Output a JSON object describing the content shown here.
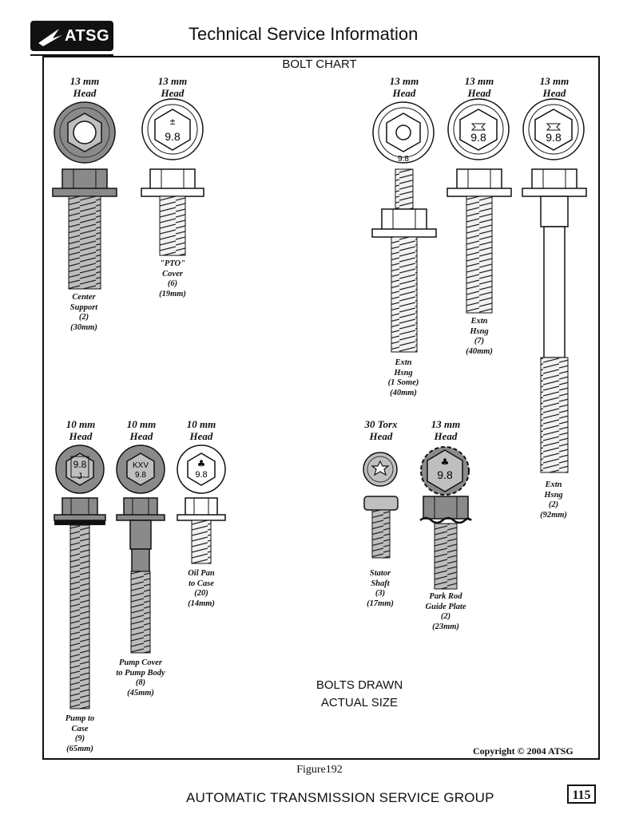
{
  "header": {
    "logo_text": "ATSG",
    "title": "Technical Service Information"
  },
  "chart": {
    "title": "BOLT CHART",
    "note_line1": "BOLTS DRAWN",
    "note_line2": "ACTUAL SIZE",
    "copyright": "Copyright © 2004 ATSG"
  },
  "bolts": [
    {
      "head_size": "13 mm",
      "head_word": "Head",
      "caption": [
        "Center",
        "Support",
        "(2)",
        "(30mm)"
      ]
    },
    {
      "head_size": "13 mm",
      "head_word": "Head",
      "head_marks": [
        "±",
        "9.8"
      ],
      "caption": [
        "\"PTO\"",
        "Cover",
        "(6)",
        "(19mm)"
      ]
    },
    {
      "head_size": "13 mm",
      "head_word": "Head",
      "head_marks": [
        "9.8"
      ],
      "caption": [
        "Extn",
        "Hsng",
        "(1 Some)",
        "(40mm)"
      ]
    },
    {
      "head_size": "13 mm",
      "head_word": "Head",
      "head_marks": [
        "9.8"
      ],
      "caption": [
        "Extn",
        "Hsng",
        "(7)",
        "(40mm)"
      ]
    },
    {
      "head_size": "13 mm",
      "head_word": "Head",
      "head_marks": [
        "9.8"
      ],
      "caption": [
        "Extn",
        "Hsng",
        "(2)",
        "(92mm)"
      ]
    },
    {
      "head_size": "10 mm",
      "head_word": "Head",
      "head_marks": [
        "9.8",
        "J"
      ],
      "caption": [
        "Pump to",
        "Case",
        "(9)",
        "(65mm)"
      ]
    },
    {
      "head_size": "10 mm",
      "head_word": "Head",
      "head_marks": [
        "KXV",
        "9.8"
      ],
      "caption": [
        "Pump Cover",
        "to Pump Body",
        "(8)",
        "(45mm)"
      ]
    },
    {
      "head_size": "10 mm",
      "head_word": "Head",
      "head_marks": [
        "♣",
        "9.8"
      ],
      "caption": [
        "Oil Pan",
        "to Case",
        "(20)",
        "(14mm)"
      ]
    },
    {
      "head_size": "30 Torx",
      "head_word": "Head",
      "caption": [
        "Stator",
        "Shaft",
        "(3)",
        "(17mm)"
      ]
    },
    {
      "head_size": "13 mm",
      "head_word": "Head",
      "head_marks": [
        "♣",
        "9.8"
      ],
      "caption": [
        "Park Rod",
        "Guide Plate",
        "(2)",
        "(23mm)"
      ]
    }
  ],
  "footer": {
    "figure": "Figure192",
    "company": "AUTOMATIC TRANSMISSION SERVICE GROUP",
    "page": "115"
  }
}
